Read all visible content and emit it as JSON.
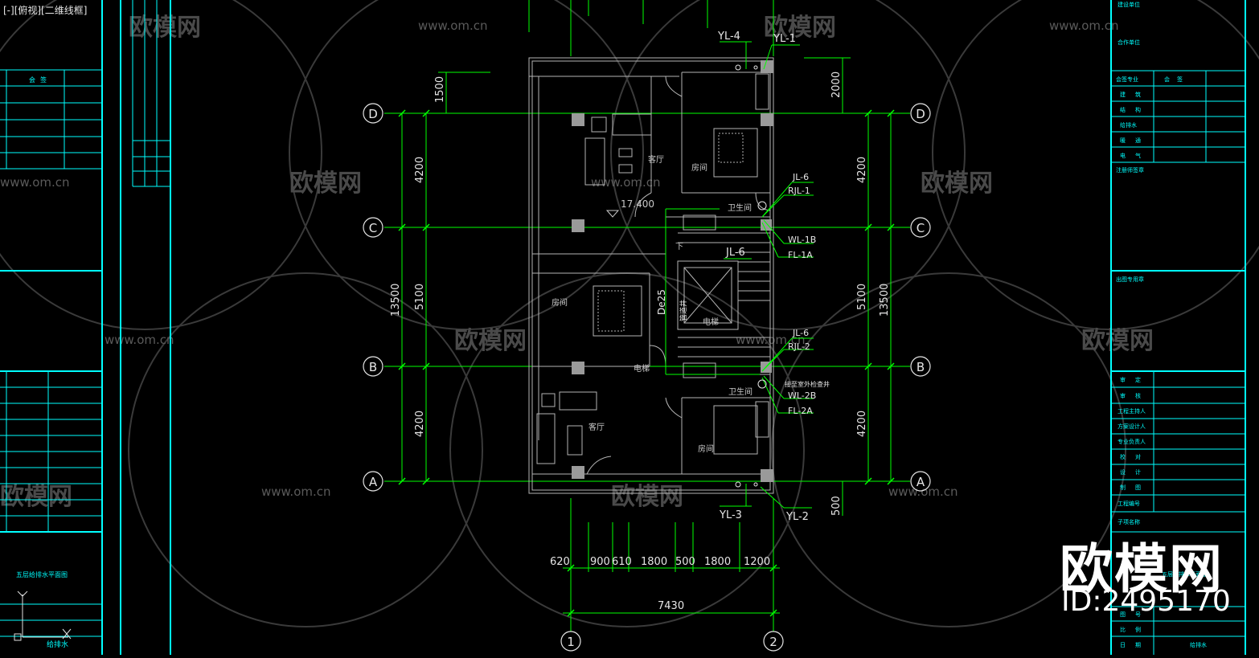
{
  "viewport": {
    "label": "[-][俯视][二维线框]"
  },
  "grid": {
    "rows": [
      {
        "id": "D"
      },
      {
        "id": "C"
      },
      {
        "id": "B"
      },
      {
        "id": "A"
      }
    ],
    "cols": [
      {
        "id": "1"
      },
      {
        "id": "2"
      }
    ]
  },
  "dimensions": {
    "left": [
      "1500",
      "4200",
      "5100",
      "4200",
      "13500"
    ],
    "right": [
      "2000",
      "4200",
      "5100",
      "4200",
      "13500",
      "500"
    ],
    "bottom": [
      "620",
      "900",
      "610",
      "1800",
      "500",
      "1800",
      "1200"
    ],
    "bottom_total": "7430"
  },
  "rooms": [
    "客厅",
    "房间",
    "卫生间",
    "房间",
    "电梯",
    "客厅",
    "房间",
    "卫生间",
    "电梯",
    "下"
  ],
  "elevation": "17.400",
  "pipes": {
    "top": [
      "YL-4",
      "YL-1"
    ],
    "bottom": [
      "YL-3",
      "YL-2"
    ],
    "upper_right": [
      "JL-6",
      "RJL-1",
      "WL-1B",
      "FL-1A"
    ],
    "lower_right": [
      "JL-6",
      "RJL-2",
      "WL-2B",
      "FL-2A"
    ],
    "core": "JL-6",
    "riser": "De25",
    "riser_note": "接至室外检查",
    "shaft_note": "管道井",
    "note_lower": "接至室外检查井"
  },
  "left_panel": {
    "header": [
      "会",
      "签"
    ],
    "bottom_title": "五层给排水平面图",
    "bottom_label": "给排水"
  },
  "title_block": {
    "rows_top": [
      "建设单位",
      "合作单位"
    ],
    "sign_header": [
      "会签专业",
      "会",
      "签"
    ],
    "disciplines": [
      "建",
      "筑",
      "结",
      "构",
      "给排水",
      "暖",
      "通",
      "电",
      "气"
    ],
    "sign_label": "注册师签章",
    "seal_label": "出图专用章",
    "roles": [
      "审",
      "定",
      "审",
      "核",
      "工程主持人",
      "方案设计人",
      "专业负责人",
      "校",
      "对",
      "设",
      "计",
      "制",
      "图",
      "工程编号",
      "子项名称"
    ],
    "drawing_name": "五层给排水平面图",
    "bottom_rows": [
      "图",
      "号",
      "比",
      "例",
      "日",
      "期"
    ],
    "bottom_value": "给排水"
  },
  "watermarks": {
    "brand": "欧模网",
    "url": "www.om.cn"
  },
  "brand": {
    "text": "欧模网",
    "id": "ID:2495170"
  },
  "colors": {
    "green": "#00ff00",
    "cyan": "#00ffff",
    "wall": "#b4b4b4",
    "background": "#000000"
  }
}
